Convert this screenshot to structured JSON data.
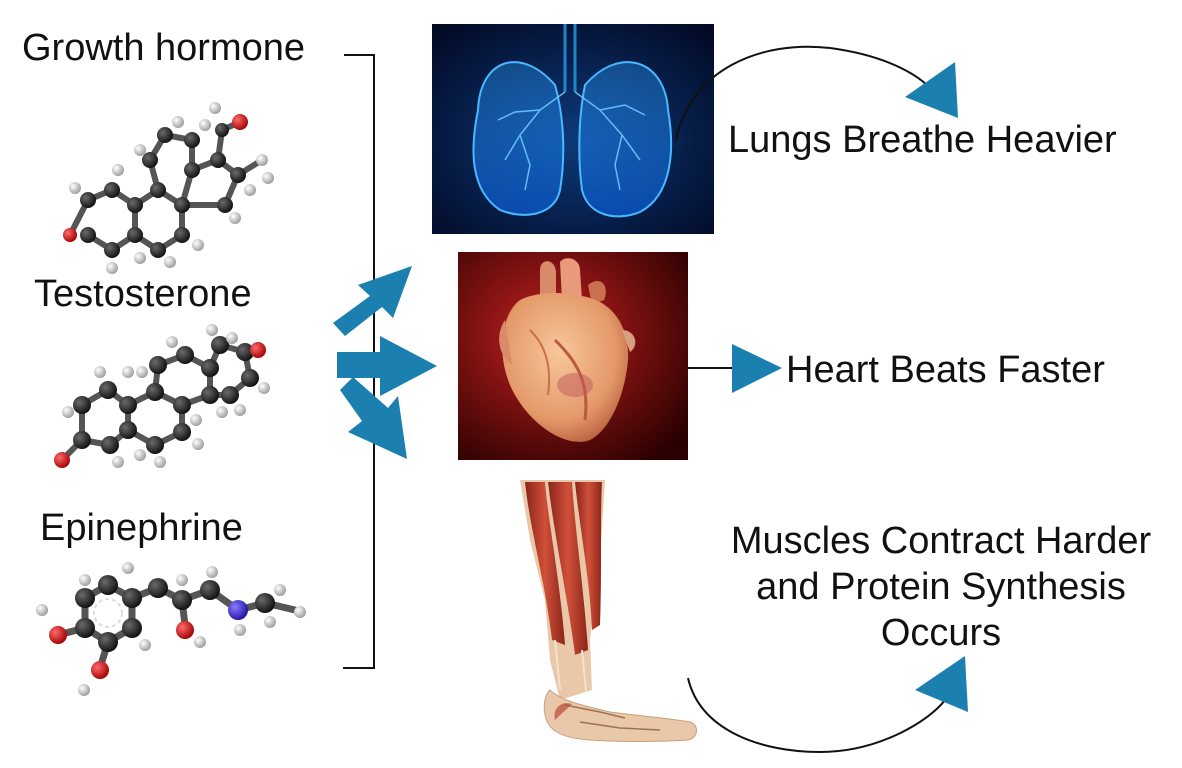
{
  "hormones": {
    "growth_hormone": "Growth hormone",
    "testosterone": "Testosterone",
    "epinephrine": "Epinephrine"
  },
  "effects": {
    "lungs": "Lungs Breathe Heavier",
    "heart": "Heart Beats Faster",
    "muscles_lines": [
      "Muscles Contract Harder",
      "and Protein Synthesis",
      "Occurs"
    ]
  },
  "colors": {
    "arrow": "#1b7fb0",
    "bracket": "#111111",
    "atom_carbon": "#2a2a2a",
    "atom_hydrogen": "#e8e8e8",
    "atom_oxygen": "#d01010",
    "atom_nitrogen": "#3a2ad0",
    "lungs_bg": "#04123a",
    "lungs_glow": "#2a9be8",
    "heart_bg": "#7a0a0a",
    "heart_muscle": "#e8a070",
    "muscle_red": "#b83a2a"
  },
  "images": {
    "molecules": [
      "steroid-molecule",
      "testosterone-molecule",
      "epinephrine-molecule"
    ],
    "organs": [
      "lungs-image",
      "heart-image",
      "leg-muscles-image"
    ]
  }
}
